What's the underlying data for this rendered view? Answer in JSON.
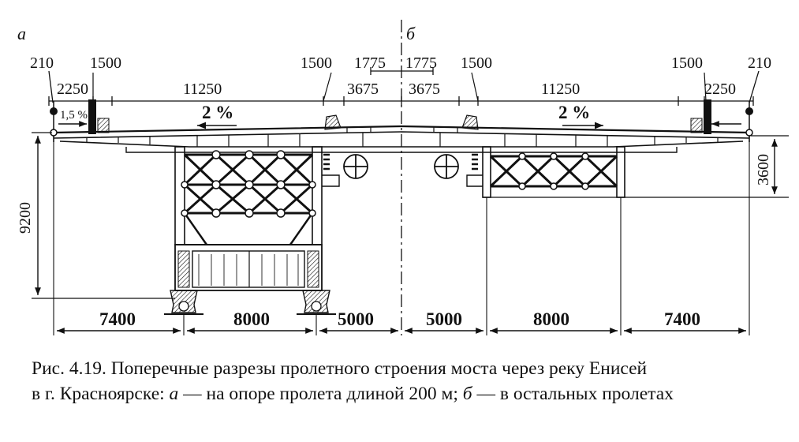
{
  "labels": {
    "a": "а",
    "b": "б"
  },
  "dims": {
    "top": {
      "d210_left": "210",
      "d1500_1": "1500",
      "d1500_2": "1500",
      "d1775_1": "1775",
      "d1775_2": "1775",
      "d1500_3": "1500",
      "d1500_4": "1500",
      "d210_right": "210"
    },
    "second": {
      "d2250_left": "2250",
      "d11250_left": "11250",
      "d3675_left": "3675",
      "d3675_right": "3675",
      "d11250_right": "11250",
      "d2250_right": "2250"
    },
    "slopes": {
      "slope_15": "1,5 %",
      "slope_left": "2 %",
      "slope_right": "2 %"
    },
    "vertical": {
      "d9200": "9200",
      "d3600": "3600"
    },
    "bottom": {
      "d7400_left": "7400",
      "d8000_left": "8000",
      "d5000_left": "5000",
      "d5000_right": "5000",
      "d8000_right": "8000",
      "d7400_right": "7400"
    }
  },
  "caption": {
    "line1": "Рис. 4.19. Поперечные разрезы пролетного строения моста через реку Енисей",
    "line2_pre": "в г. Красноярске: ",
    "a": "а",
    "line2_mid": " — на опоре пролета длиной 200 м; ",
    "b": "б",
    "line2_post": " — в остальных пролетах"
  }
}
